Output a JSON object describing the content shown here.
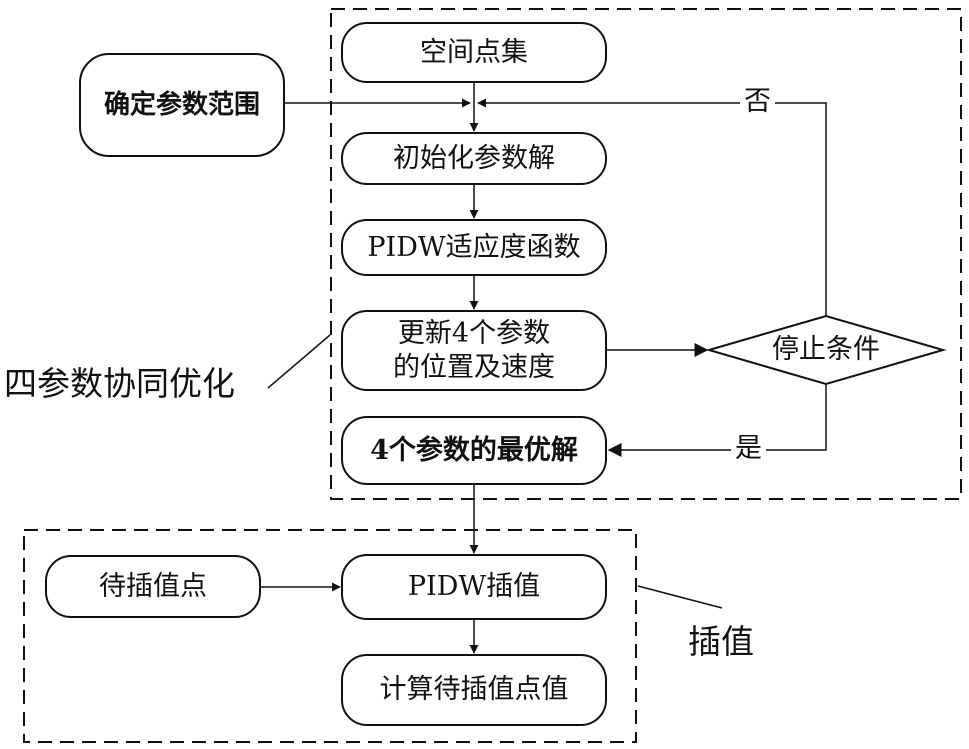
{
  "nodes": {
    "spatial_points": "空间点集",
    "param_range": "确定参数范围",
    "init_params": "初始化参数解",
    "fitness": "PIDW适应度函数",
    "update_line1": "更新4个参数",
    "update_line2": "的位置及速度",
    "stop": "停止条件",
    "optimal": "4个参数的最优解",
    "to_interp": "待插值点",
    "pidw_interp": "PIDW插值",
    "compute": "计算待插值点值"
  },
  "edge_labels": {
    "no": "否",
    "yes": "是"
  },
  "groups": {
    "optimization": "四参数协同优化",
    "interpolation": "插值"
  }
}
